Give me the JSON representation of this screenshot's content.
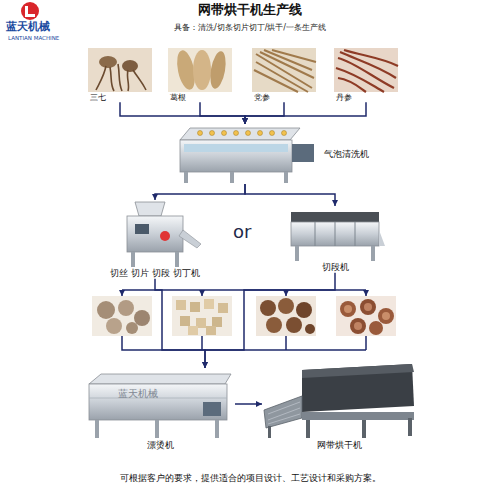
{
  "diagram": {
    "title": "网带烘干机生产线",
    "caption": "可根据客户的要求，提供适合的项目设计、工艺设计和采购方案。",
    "nodes": [
      {
        "text": [
          "三七"
        ]
      },
      {
        "text": [
          "葛根"
        ]
      },
      {
        "text": [
          "党参"
        ]
      },
      {
        "text": [
          "丹参"
        ]
      },
      {
        "text": [
          "气泡清洗机"
        ]
      },
      {
        "text": [
          "切丝 切片 切段 切丁机"
        ]
      },
      {
        "text": [
          "切段机"
        ]
      },
      {
        "text": [
          "漂烫机"
        ]
      },
      {
        "text": [
          "网带烘干机"
        ]
      }
    ],
    "edges": [
      {
        "from": 0,
        "to": 4,
        "arrow": "to"
      },
      {
        "from": 1,
        "to": 4,
        "arrow": "to"
      },
      {
        "from": 2,
        "to": 4,
        "arrow": "to"
      },
      {
        "from": 3,
        "to": 4,
        "arrow": "to"
      },
      {
        "from": 4,
        "to": 5,
        "arrow": "to"
      },
      {
        "from": 4,
        "to": 6,
        "arrow": "to"
      },
      {
        "from": 5,
        "to": 7,
        "arrow": "to"
      },
      {
        "from": 6,
        "to": 7,
        "arrow": "to"
      },
      {
        "from": 7,
        "to": 8,
        "arrow": "to"
      }
    ],
    "labels": [
      "蓝天机械",
      "LANTIAN MACHINE",
      "具备：清洗/切条切片切丁/烘干/一条生产线",
      "or",
      "蓝天机械"
    ]
  }
}
